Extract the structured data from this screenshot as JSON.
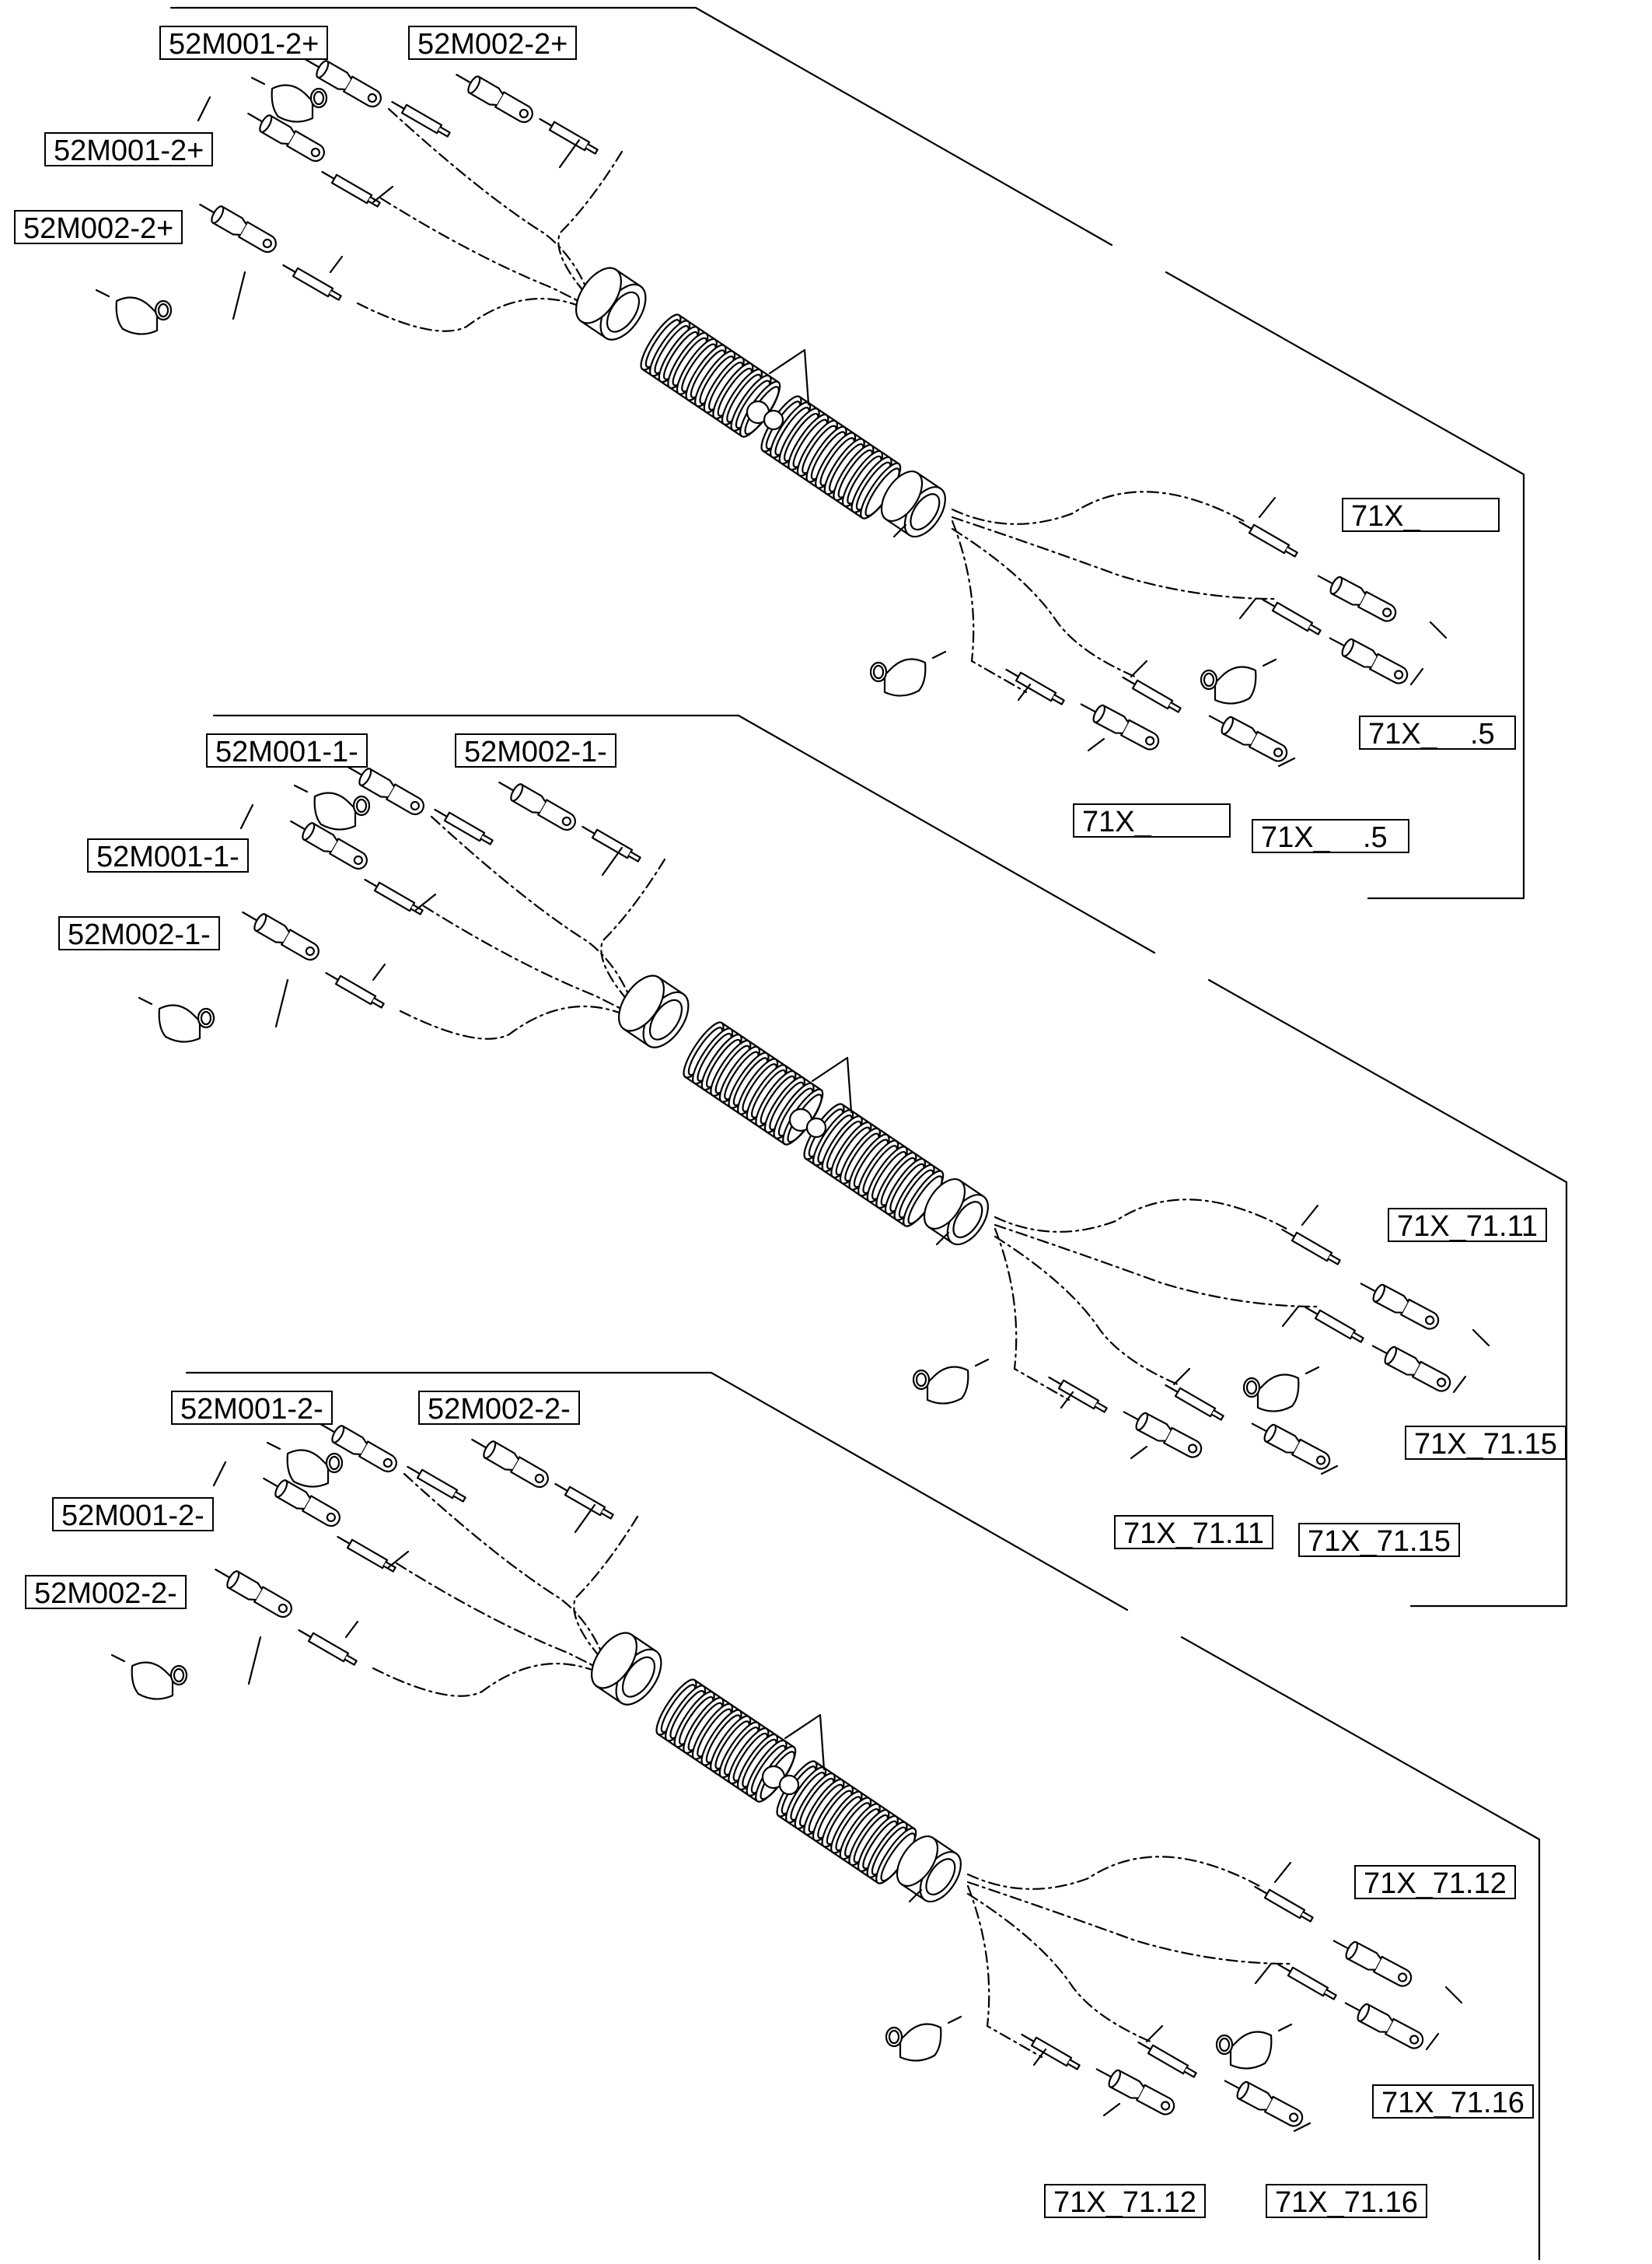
{
  "diagram": {
    "colors": {
      "ink": "#000000",
      "paper": "#ffffff"
    },
    "assemblies": [
      {
        "id": "assembly-1",
        "left_labels": [
          "52M001-2+",
          "52M002-2+",
          "52M001-2+",
          "52M002-2+"
        ],
        "right_labels": [
          "71X_",
          "71X_    .5",
          "71X_",
          "71X_    .5"
        ]
      },
      {
        "id": "assembly-2",
        "left_labels": [
          "52M001-1-",
          "52M002-1-",
          "52M001-1-",
          "52M002-1-"
        ],
        "right_labels": [
          "71X_71.11",
          "71X_71.15",
          "71X_71.11",
          "71X_71.15"
        ]
      },
      {
        "id": "assembly-3",
        "left_labels": [
          "52M001-2-",
          "52M002-2-",
          "52M001-2-",
          "52M002-2-"
        ],
        "right_labels": [
          "71X_71.12",
          "71X_71.16",
          "71X_71.12",
          "71X_71.16"
        ]
      }
    ]
  }
}
